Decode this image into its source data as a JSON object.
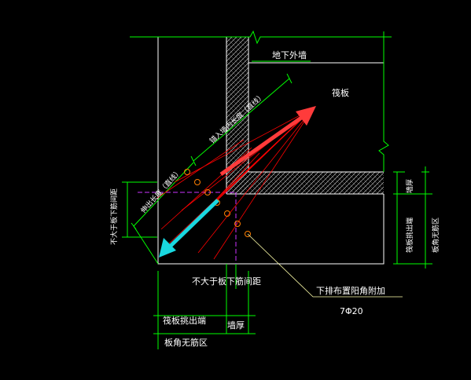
{
  "labels": {
    "basement_wall": "地下外墙",
    "raft": "筏板",
    "anchor_length": "锚入墙内长度（直线）",
    "extend_length": "伸出长度（直线）",
    "spacing_left_vertical": "不大于板下筋间距",
    "spacing_bottom": "不大于板下筋间距",
    "bottom_note": "下排布置阳角附加",
    "rebar_spec": "7Φ20",
    "raft_overhang_left": "筏板挑出端",
    "corner_no_rebar_left": "板角无筋区",
    "wall_thickness_bottom": "墙厚",
    "wall_thickness_right": "墙厚",
    "raft_overhang_right": "筏板挑出端",
    "corner_no_rebar_right": "板角无筋区"
  },
  "colors": {
    "background": "#000000",
    "outline": "#ffffff",
    "dimension": "#00ff00",
    "rebar": "#ff0000",
    "arrow_up": "#ff3b3b",
    "arrow_down": "#19d8e0",
    "centerline": "#cc33ff",
    "leader": "#ffffaa",
    "hatch": "#bbbbbb"
  },
  "rebar_count": 7
}
